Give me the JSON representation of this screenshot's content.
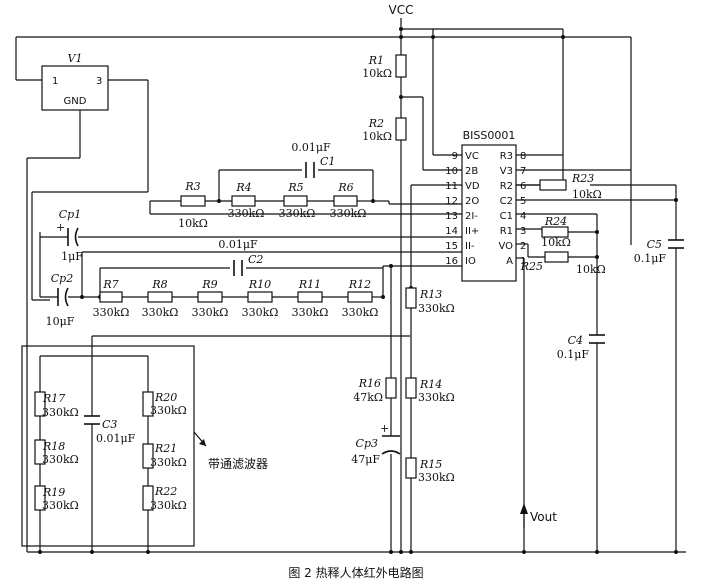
{
  "supply_label": "VCC",
  "regulator": {
    "name": "V1",
    "pin_left": "1",
    "pin_right": "3",
    "pin_bottom": "GND"
  },
  "ic": {
    "name": "BISS0001",
    "left_pins": [
      {
        "num": "9",
        "name": "VC"
      },
      {
        "num": "10",
        "name": "2B"
      },
      {
        "num": "11",
        "name": "VD"
      },
      {
        "num": "12",
        "name": "2O"
      },
      {
        "num": "13",
        "name": "2I-"
      },
      {
        "num": "14",
        "name": "II+"
      },
      {
        "num": "15",
        "name": "II-"
      },
      {
        "num": "16",
        "name": "IO"
      }
    ],
    "right_pins": [
      {
        "num": "8",
        "name": "R3"
      },
      {
        "num": "7",
        "name": "V3"
      },
      {
        "num": "6",
        "name": "R2"
      },
      {
        "num": "5",
        "name": "C2"
      },
      {
        "num": "4",
        "name": "C1"
      },
      {
        "num": "3",
        "name": "R1"
      },
      {
        "num": "2",
        "name": "VO"
      },
      {
        "num": "1",
        "name": "A"
      }
    ]
  },
  "components": [
    {
      "id": "r1",
      "name": "R1",
      "value": "10kΩ"
    },
    {
      "id": "r2",
      "name": "R2",
      "value": "10kΩ"
    },
    {
      "id": "r3",
      "name": "R3",
      "value": "10kΩ"
    },
    {
      "id": "r4",
      "name": "R4",
      "value": "330kΩ"
    },
    {
      "id": "r5",
      "name": "R5",
      "value": "330kΩ"
    },
    {
      "id": "r6",
      "name": "R6",
      "value": "330kΩ"
    },
    {
      "id": "r7",
      "name": "R7",
      "value": "330kΩ"
    },
    {
      "id": "r8",
      "name": "R8",
      "value": "330kΩ"
    },
    {
      "id": "r9",
      "name": "R9",
      "value": "330kΩ"
    },
    {
      "id": "r10",
      "name": "R10",
      "value": "330kΩ"
    },
    {
      "id": "r11",
      "name": "R11",
      "value": "330kΩ"
    },
    {
      "id": "r12",
      "name": "R12",
      "value": "330kΩ"
    },
    {
      "id": "r13",
      "name": "R13",
      "value": "330kΩ"
    },
    {
      "id": "r14",
      "name": "R14",
      "value": "330kΩ"
    },
    {
      "id": "r15",
      "name": "R15",
      "value": "330kΩ"
    },
    {
      "id": "r16",
      "name": "R16",
      "value": "47kΩ"
    },
    {
      "id": "r17",
      "name": "R17",
      "value": "330kΩ"
    },
    {
      "id": "r18",
      "name": "R18",
      "value": "330kΩ"
    },
    {
      "id": "r19",
      "name": "R19",
      "value": "330kΩ"
    },
    {
      "id": "r20",
      "name": "R20",
      "value": "330kΩ"
    },
    {
      "id": "r21",
      "name": "R21",
      "value": "330kΩ"
    },
    {
      "id": "r22",
      "name": "R22",
      "value": "330kΩ"
    },
    {
      "id": "r23",
      "name": "R23",
      "value": "10kΩ"
    },
    {
      "id": "r24",
      "name": "R24",
      "value": "10kΩ"
    },
    {
      "id": "r25",
      "name": "R25",
      "value": "10kΩ"
    },
    {
      "id": "c1",
      "name": "C1",
      "value": "0.01μF"
    },
    {
      "id": "c2",
      "name": "C2",
      "value": "0.01μF"
    },
    {
      "id": "c3",
      "name": "C3",
      "value": "0.01μF"
    },
    {
      "id": "c4",
      "name": "C4",
      "value": "0.1μF"
    },
    {
      "id": "c5",
      "name": "C5",
      "value": "0.1μF"
    },
    {
      "id": "cp1",
      "name": "Cp1",
      "value": "1μF"
    },
    {
      "id": "cp2",
      "name": "Cp2",
      "value": "10μF"
    },
    {
      "id": "cp3",
      "name": "Cp3",
      "value": "47μF"
    }
  ],
  "filter_label": "带通滤波器",
  "output_label": "Vout",
  "caption": "图 2   热释人体红外电路图"
}
